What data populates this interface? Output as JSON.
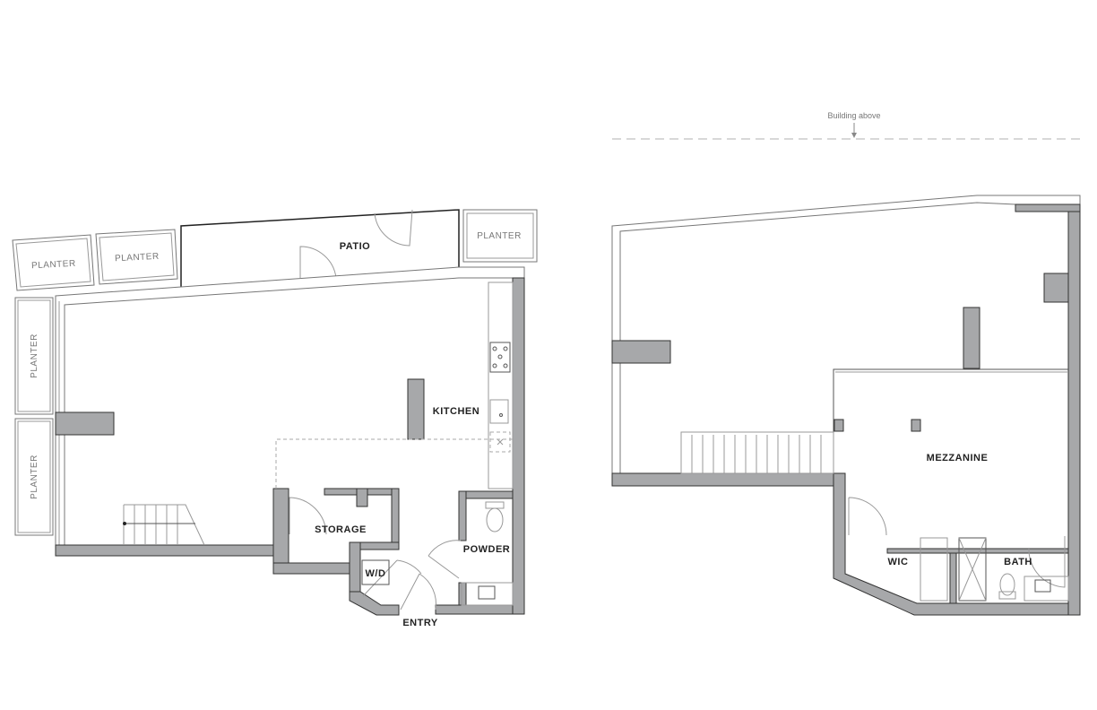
{
  "lower_floor": {
    "rooms": {
      "patio": "PATIO",
      "kitchen": "KITCHEN",
      "storage": "STORAGE",
      "wd": "W/D",
      "powder": "POWDER",
      "entry": "ENTRY"
    },
    "planters": [
      "PLANTER",
      "PLANTER",
      "PLANTER",
      "PLANTER",
      "PLANTER"
    ]
  },
  "upper_floor": {
    "note": "Building above",
    "rooms": {
      "mezzanine": "MEZZANINE",
      "wic": "WIC",
      "bath": "BATH"
    }
  },
  "colors": {
    "wall": "#a7a8aa",
    "line": "#333333"
  }
}
